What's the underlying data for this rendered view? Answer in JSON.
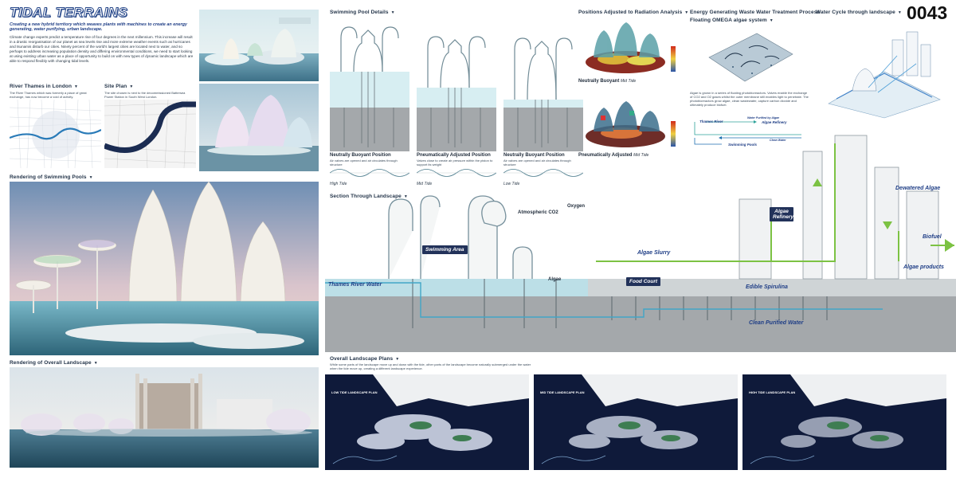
{
  "board": {
    "title": "TIDAL TERRAINS",
    "subtitle": "Creating a new hybrid territory which weaves plants with machines to create an energy generating, water purifying, urban landscape.",
    "intro": "Climate change experts predict a temperature rise of four degrees in the next millennium. This increase will result in a drastic reorganisation of our planet as sea levels rise and more extreme weather events such as hurricanes and tsunamis disturb our cities. Ninety percent of the world's largest cities are located next to water, and so perhaps to address increasing population density and differing environmental conditions, we need to start looking at using existing urban water as a place of opportunity to build on with new types of dynamic landscape which are able to respond flexibly with changing tidal levels.",
    "number": "0043"
  },
  "left": {
    "thames_map_title": "River Thames in London",
    "thames_map_text": "The River Thames which was formerly a place of great exchange, has now become a void of activity.",
    "site_plan_title": "Site Plan",
    "site_plan_text": "The site chosen is next to the decommissioned Battersea Power Station in South West London.",
    "pools_render_title": "Rendering of Swimming Pools",
    "landscape_render_title": "Rendering of Overall Landscape"
  },
  "pool_details": {
    "title": "Swimming Pool Details",
    "items": [
      {
        "name": "Neutrally Buoyant Position",
        "desc": "Air valves are opened and air circulates through structure",
        "tide": "High Tide"
      },
      {
        "name": "Pneumatically Adjusted Position",
        "desc": "Valves close to create air pressure within the piston to support its weight",
        "tide": "Mid Tide"
      },
      {
        "name": "Neutrally Buoyant Position",
        "desc": "Air valves are opened and air circulates through structure",
        "tide": "Low Tide"
      }
    ]
  },
  "radiation": {
    "title": "Positions Adjusted to Radiation Analysis",
    "label1": "Neutrally Buoyant",
    "label1_tide": "Mid Tide",
    "label2": "Pneumatically Adjusted",
    "label2_tide": "Mid Tide"
  },
  "waste": {
    "title": "Energy Generating Waste Water Treatment Process",
    "sub_title": "Floating OMEGA algae system",
    "text": "Algae is grown in a series of floating photobioreactors. Valves enable the exchange of CO2 and O2 gases whilst the outer membrane still enables light to penetrate. The photobioreactors grow algae, clean wastewater, capture carbon dioxide and ultimately produce biofuel.",
    "thames": "Thames River",
    "purified": "Water Purified by Algae",
    "refinery": "Algae Refinery",
    "clean": "Clean Water",
    "pools": "Swimming Pools"
  },
  "cycle": {
    "title": "Water Cycle through landscape"
  },
  "section": {
    "title": "Section Through Landscape",
    "labels": {
      "swimming": "Swimming Area",
      "co2": "Atmospheric CO2",
      "oxygen": "Oxygen",
      "algae": "Algae",
      "thames": "Thames River Water",
      "slurry": "Algae Slurry",
      "food": "Food Court",
      "spirulina": "Edible Spirulina",
      "clean": "Clean Purified Water",
      "refinery": "Algae Refinery",
      "dewatered": "Dewatered Algae",
      "biofuel": "Biofuel",
      "products": "Algae products"
    }
  },
  "plans": {
    "title": "Overall Landscape Plans",
    "text": "While some parts of the landscape move up and down with the tide, other parts of the landscape become naturally submerged under the water when the tide move up, creating a different landscape experience.",
    "items": [
      {
        "label": "LOW TIDE LANDSCAPE PLAN"
      },
      {
        "label": "MID TIDE LANDSCAPE PLAN"
      },
      {
        "label": "HIGH TIDE LANDSCAPE PLAN"
      }
    ]
  },
  "colors": {
    "navy": "#22325a",
    "accent_green": "#7cc243",
    "water": "#b9dbe6",
    "ground": "#9a9fa3"
  }
}
